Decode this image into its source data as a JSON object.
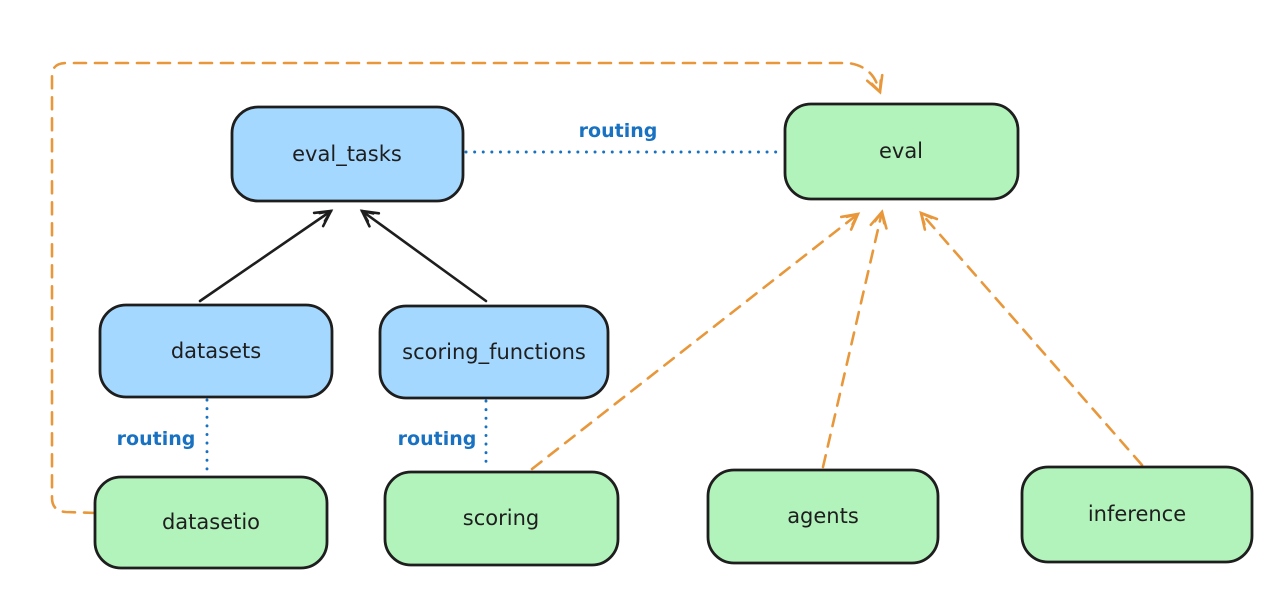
{
  "diagram": {
    "type": "architecture-diagram",
    "nodes": [
      {
        "id": "eval_tasks",
        "label": "eval_tasks",
        "kind": "resource",
        "fill": "#a5d8ff"
      },
      {
        "id": "eval",
        "label": "eval",
        "kind": "api",
        "fill": "#b2f2bb"
      },
      {
        "id": "datasets",
        "label": "datasets",
        "kind": "resource",
        "fill": "#a5d8ff"
      },
      {
        "id": "scoring_functions",
        "label": "scoring_functions",
        "kind": "resource",
        "fill": "#a5d8ff"
      },
      {
        "id": "datasetio",
        "label": "datasetio",
        "kind": "api",
        "fill": "#b2f2bb"
      },
      {
        "id": "scoring",
        "label": "scoring",
        "kind": "api",
        "fill": "#b2f2bb"
      },
      {
        "id": "agents",
        "label": "agents",
        "kind": "api",
        "fill": "#b2f2bb"
      },
      {
        "id": "inference",
        "label": "inference",
        "kind": "api",
        "fill": "#b2f2bb"
      }
    ],
    "routing_labels": [
      "routing",
      "routing",
      "routing"
    ],
    "edges": [
      {
        "from": "datasets",
        "to": "eval_tasks",
        "style": "solid-arrow",
        "color": "black"
      },
      {
        "from": "scoring_functions",
        "to": "eval_tasks",
        "style": "solid-arrow",
        "color": "black"
      },
      {
        "from": "eval_tasks",
        "to": "eval",
        "style": "dotted-line",
        "color": "blue",
        "label": "routing"
      },
      {
        "from": "datasets",
        "to": "datasetio",
        "style": "dotted-line",
        "color": "blue",
        "label": "routing"
      },
      {
        "from": "scoring_functions",
        "to": "scoring",
        "style": "dotted-line",
        "color": "blue",
        "label": "routing"
      },
      {
        "from": "scoring",
        "to": "eval",
        "style": "dashed-arrow",
        "color": "orange"
      },
      {
        "from": "agents",
        "to": "eval",
        "style": "dashed-arrow",
        "color": "orange"
      },
      {
        "from": "inference",
        "to": "eval",
        "style": "dashed-arrow",
        "color": "orange"
      },
      {
        "from": "datasetio",
        "to": "eval",
        "style": "dashed-arrow",
        "color": "orange"
      }
    ],
    "colors": {
      "blue_fill": "#a5d8ff",
      "green_fill": "#b2f2bb",
      "stroke": "#1e1e1e",
      "routing_blue": "#1971c2",
      "orange": "#e8973a",
      "background": "#ffffff"
    }
  }
}
